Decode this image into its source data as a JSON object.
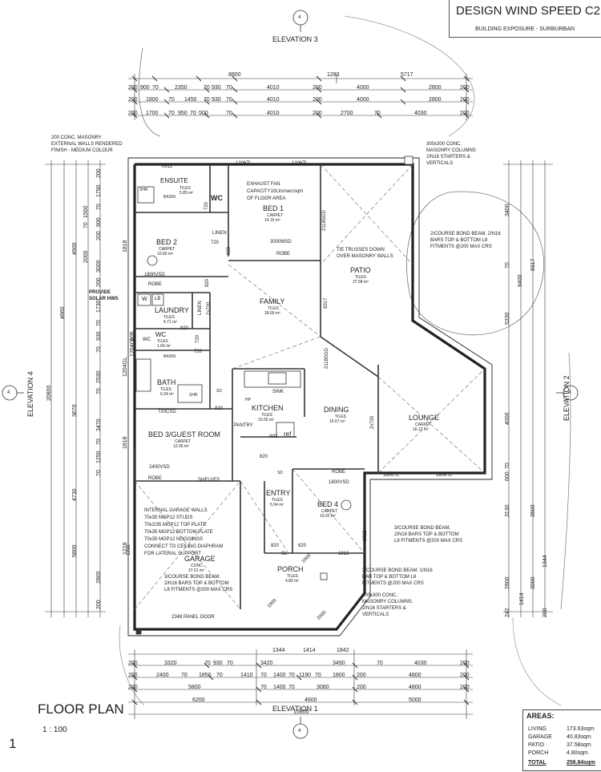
{
  "title_block": {
    "title": "DESIGN WIND SPEED C2",
    "subtitle": "BUILDING EXPOSURE - SURBURBAN"
  },
  "drawing": {
    "number": "1",
    "title": "FLOOR PLAN",
    "scale": "1 : 100"
  },
  "elevations": {
    "top": {
      "label": "ELEVATION 3",
      "marker": "4"
    },
    "bottom": {
      "label": "ELEVATION 1",
      "marker": "4"
    },
    "left": {
      "label": "ELEVATION 4",
      "marker": "4"
    },
    "right": {
      "label": "ELEVATION 2",
      "marker": "4"
    }
  },
  "dims_top": {
    "row1": [
      "8800",
      "1283",
      "5717"
    ],
    "row2": [
      "200",
      "900",
      "70",
      "2350",
      "70",
      "930",
      "70",
      "4010",
      "200",
      "4000",
      "2800",
      "200"
    ],
    "row3": [
      "200",
      "1800",
      "70",
      "1450",
      "70",
      "930",
      "70",
      "4010",
      "200",
      "4000",
      "2800",
      "200"
    ],
    "row4": [
      "200",
      "1700",
      "70",
      "950",
      "70",
      "500",
      "70",
      "4010",
      "200",
      "2700",
      "70",
      "4030",
      "200"
    ]
  },
  "dims_bottom": {
    "row0": [
      "1344",
      "1414",
      "1842"
    ],
    "row1": [
      "200",
      "3320",
      "70",
      "930",
      "70",
      "3420",
      "3490",
      "70",
      "4030",
      "200"
    ],
    "row2": [
      "200",
      "2400",
      "70",
      "1850",
      "70",
      "1410",
      "70",
      "1400",
      "70",
      "1190",
      "70",
      "1800",
      "200",
      "4800",
      "200"
    ],
    "row3": [
      "200",
      "5800",
      "70",
      "1400",
      "70",
      "3060",
      "200",
      "4800",
      "200"
    ],
    "row4": [
      "6200",
      "4600",
      "5000"
    ],
    "row5": [
      "15800"
    ]
  },
  "dims_left": {
    "row1": [
      "200",
      "1790",
      "70",
      "900",
      "200",
      "3000",
      "200",
      "1730",
      "70",
      "930",
      "70",
      "2530",
      "70",
      "3470",
      "70",
      "1250",
      "70",
      "2800",
      "200"
    ],
    "row2": [
      "1500",
      "70",
      "2000",
      "4900",
      "4860",
      "3670",
      "4730",
      "5800"
    ],
    "row3": [
      "20800"
    ],
    "col_a": [
      "1818",
      "1818",
      "1218",
      "1204GL",
      "1204GL",
      "606"
    ]
  },
  "dims_right": {
    "row1": [
      "3400",
      "70",
      "5330",
      "4000",
      "70",
      "600",
      "3130",
      "2800",
      "1414",
      "242"
    ],
    "row2": [
      "8317",
      "9400",
      "3600",
      "3000"
    ],
    "row3": [
      "1344",
      "200"
    ]
  },
  "notes": {
    "masonry": [
      "200 CONC. MASONRY",
      "EXTERNAL WALLS RENDERED",
      "FINISH - MEDIUM COLOUR"
    ],
    "columns_top": [
      "300x300 CONC.",
      "MASONRY COLUMNS",
      "2/N16 STARTERS &",
      "VERTICALS"
    ],
    "bond_beam_right": [
      "2/COURSE BOND BEAM. 2/N16",
      "BARS TOP & BOTTOM L8",
      "FITMENTS @200 MAX CRS"
    ],
    "exhaust": [
      "EXHAUST FAN",
      "CAPACITY10Ltrs/sec/sqm",
      "OF FLOOR AREA"
    ],
    "tie_trusses": [
      "TIE TRUSSES DOWN",
      "OVER MASONRY WALLS"
    ],
    "solar": [
      "PROVIDE",
      "SOLAR HWS"
    ],
    "garage_walls": [
      "INTERNAL GARAGE WALLS",
      "70x35 MGP12 STUDS",
      "70x2/35 MGP12 TOP PLATE",
      "70x35 MGP12 BOTTOM PLATE",
      "70x35 MGP12 NOGGINGS",
      "CONNECT TO CEILING DIAPHRAM",
      "FOR LATERAL SUPPORT"
    ],
    "garage_beam": [
      "3/COURSE BOND BEAM.",
      "2/N16 BARS TOP & BOTTOM",
      "L8 FITMENTS @200 MAX CRS"
    ],
    "bed4_beam": [
      "3/COURSE BOND BEAM.",
      "2/N16 BARS TOP & BOTTOM",
      "L8 FITMENTS @200 MAX CRS"
    ],
    "porch_beam": [
      "2/COURSE BOND BEAM. 1/N16",
      "BAR TOP & BOTTOM L8",
      "FITMENTS @200 MAX CRS"
    ],
    "columns_bottom": [
      "300x300 CONC.",
      "MASONRY COLUMNS.",
      "2/N16 STARTERS &",
      "VERTICALS"
    ]
  },
  "rooms": {
    "ensuite": {
      "name": "ENSUITE",
      "finish": "TILES",
      "area": "5.85 m²"
    },
    "wc1": {
      "name": "WC"
    },
    "bed1": {
      "name": "BED 1",
      "finish": "CARPET",
      "area": "14.15 m²"
    },
    "bed2": {
      "name": "BED 2",
      "finish": "CARPET",
      "area": "10.83 m²"
    },
    "family": {
      "name": "FAMILY",
      "finish": "TILES",
      "area": "28.66 m²"
    },
    "patio": {
      "name": "PATIO",
      "finish": "TILES",
      "area": "37.58 m²"
    },
    "laundry": {
      "name": "LAUNDRY",
      "finish": "TILES",
      "area": "4.71 m²"
    },
    "wc2": {
      "name": "WC",
      "finish": "TILES",
      "area": "1.66 m²"
    },
    "bath": {
      "name": "BATH",
      "finish": "TILES",
      "area": "6.34 m²"
    },
    "kitchen": {
      "name": "KITCHEN",
      "finish": "TILES",
      "area": "10.65 m²"
    },
    "dining": {
      "name": "DINING",
      "finish": "TILES",
      "area": "16.67 m²"
    },
    "lounge": {
      "name": "LOUNGE",
      "finish": "CARPET",
      "area": "16.12 m²"
    },
    "bed3": {
      "name": "BED 3/GUEST ROOM",
      "finish": "CARPET",
      "area": "12.95 m²"
    },
    "entry": {
      "name": "ENTRY",
      "finish": "TILES",
      "area": "5.94 m²"
    },
    "bed4": {
      "name": "BED 4",
      "finish": "CARPET",
      "area": "10.02 m²"
    },
    "garage": {
      "name": "GARAGE",
      "finish": "CONC.",
      "area": "37.51 m²"
    },
    "porch": {
      "name": "PORCH",
      "finish": "TILES",
      "area": "4.80 m²"
    }
  },
  "labels": {
    "robe": "ROBE",
    "linen": "LINEN",
    "shelves": "SHELVES",
    "pantry": "PANTRY",
    "sink": "SINK",
    "ref": "ref",
    "wo": "WO",
    "hp": "HP",
    "shr": "SHR",
    "basin": "BASIN",
    "w": "W",
    "lb": "LB",
    "sd": "SD",
    "d720": "720",
    "d820": "820",
    "d1812": "1812",
    "d1218": "1218",
    "win_0612": "0612",
    "win_1206tl_a": "1206TL",
    "win_1206tl_b": "1206TL",
    "msd_3000": "3000MSD",
    "vsd_1800_a": "1800VSD",
    "vsd_1800_b": "1800VSD",
    "vsd_2400": "2400VSD",
    "csd_720": "720CSD",
    "sgd_2118": "2118SGD",
    "sgd_2118b": "2118SGD",
    "tl_1806_a": "1806TL",
    "tl_1806_b": "1806TL",
    "panel_door": "2348 PANEL DOOR",
    "sl": "SL",
    "d1900": "1900",
    "d2000": "2000",
    "d2x720": "2x720"
  },
  "areas": {
    "heading": "AREAS:",
    "rows": [
      {
        "name": "LIVING",
        "value": "173.63sqm"
      },
      {
        "name": "GARAGE",
        "value": "40.83sqm"
      },
      {
        "name": "PATIO",
        "value": "37.58sqm"
      },
      {
        "name": "PORCH",
        "value": "4.80sqm"
      },
      {
        "name": "TOTAL",
        "value": "256.84sqm"
      }
    ]
  }
}
